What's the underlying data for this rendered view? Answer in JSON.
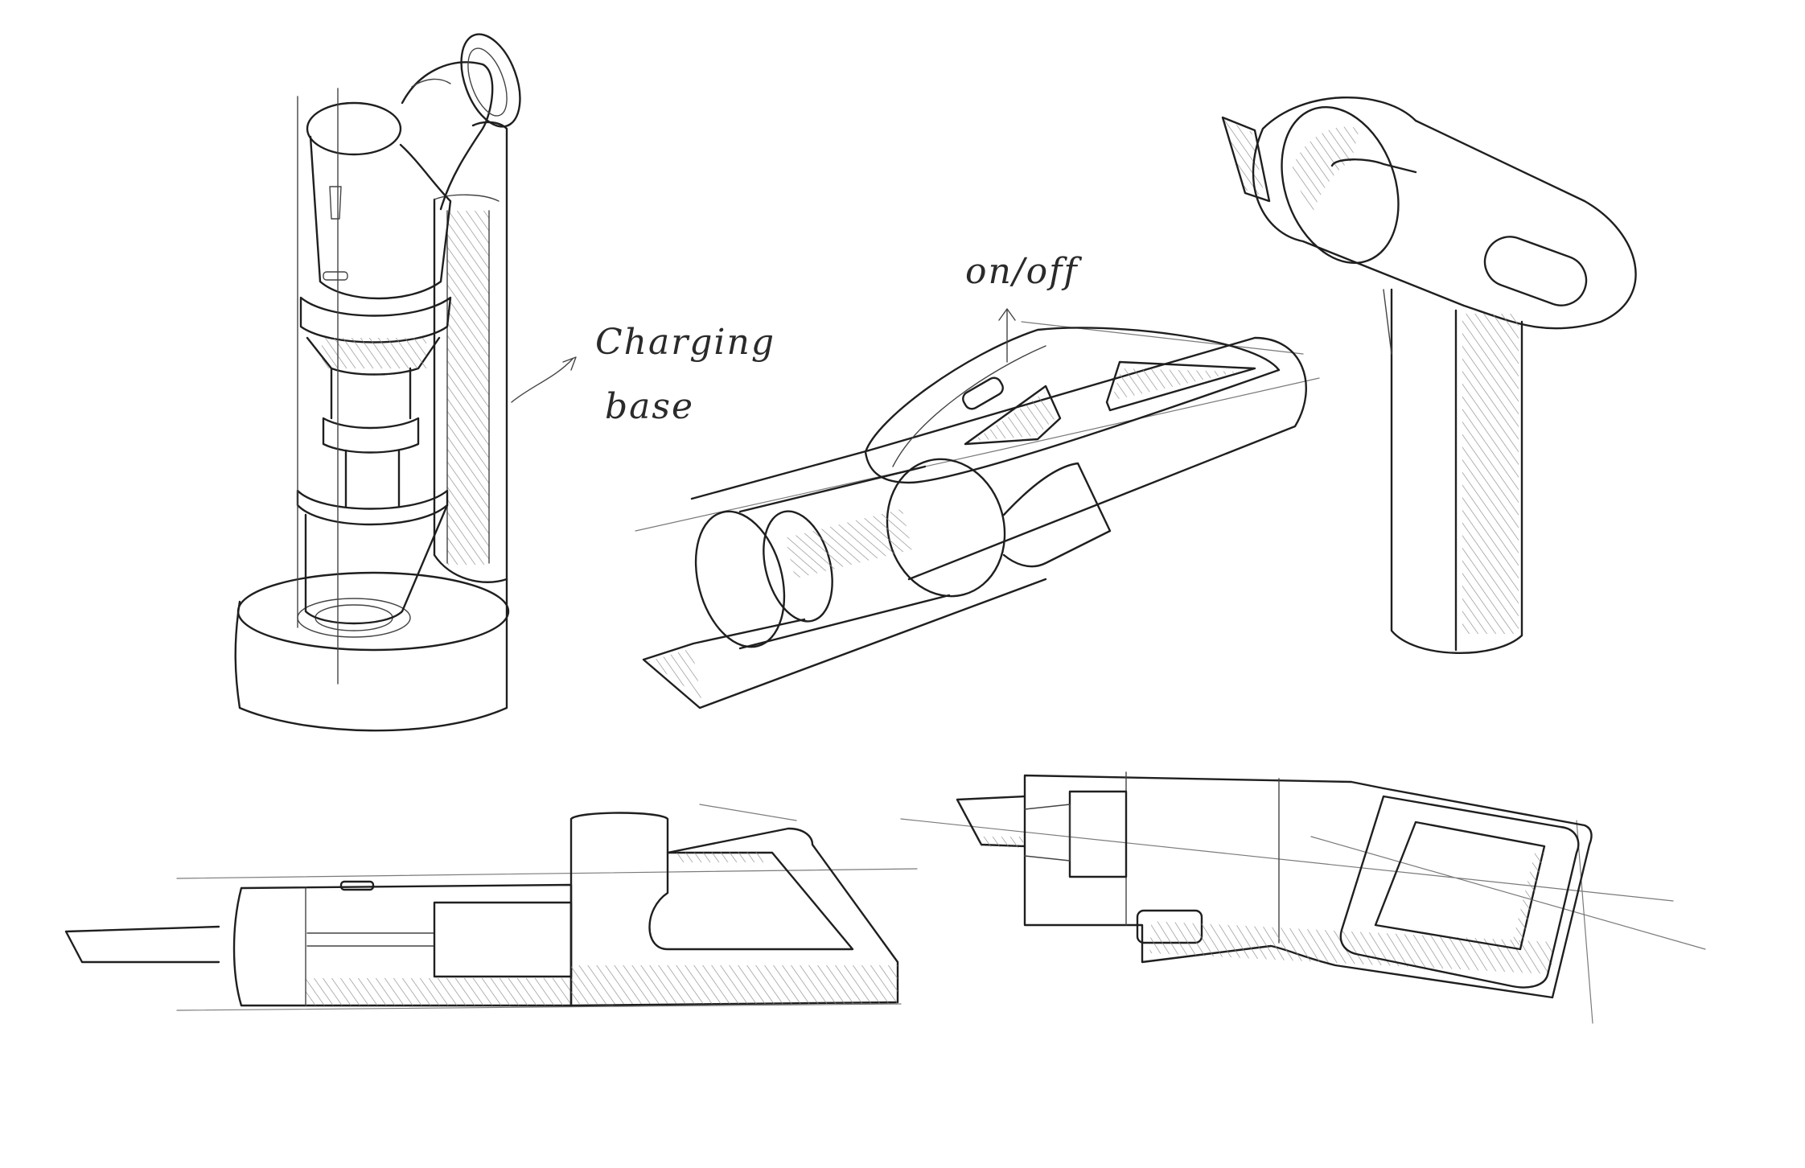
{
  "annotations": {
    "charging_base": [
      "Charging",
      "base"
    ],
    "on_off": "on/off"
  },
  "colors": {
    "ink": "#1f1f1f",
    "paper": "#ffffff",
    "hatch": "#8a8a8a"
  }
}
